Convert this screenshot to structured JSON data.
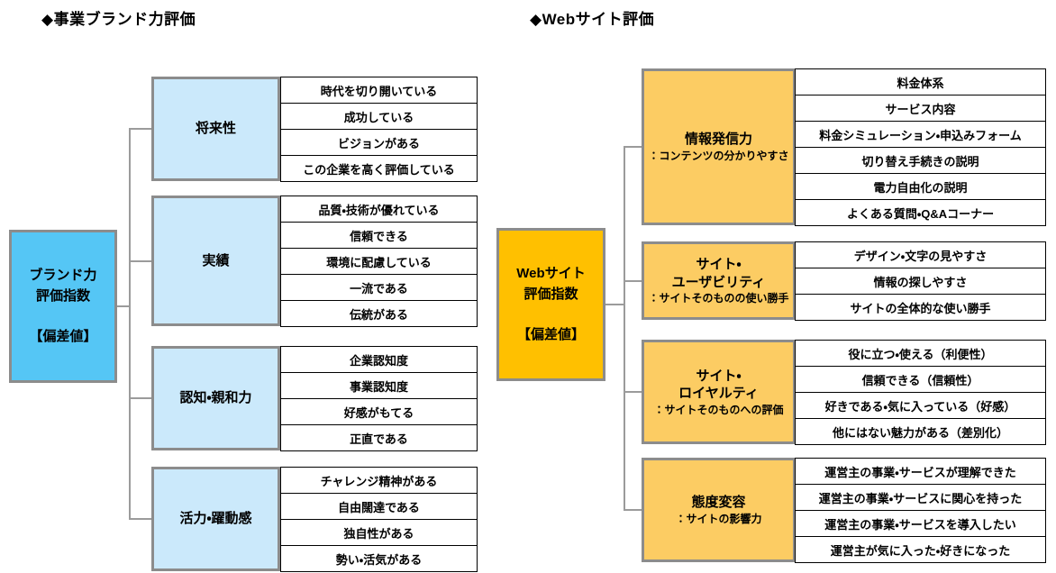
{
  "colors": {
    "brand_root_fill": "#55C6F5",
    "brand_group_fill": "#CBE9FB",
    "web_root_fill": "#FFC000",
    "web_group_fill": "#FCCC63",
    "connector": "#9B9B9B",
    "frame_border": "#8C8C8C",
    "item_border": "#000000"
  },
  "panels": [
    {
      "title": "◆事業ブランド力評価",
      "root": {
        "lines": [
          "ブランド力",
          "評価指数",
          "",
          "【偏差値】"
        ]
      },
      "groups": [
        {
          "label": "将来性",
          "subtitle": "",
          "items": [
            "時代を切り開いている",
            "成功している",
            "ビジョンがある",
            "この企業を高く評価している"
          ]
        },
        {
          "label": "実績",
          "subtitle": "",
          "items": [
            "品質・技術が優れている",
            "信頼できる",
            "環境に配慮している",
            "一流である",
            "伝統がある"
          ]
        },
        {
          "label": "認知・親和力",
          "subtitle": "",
          "items": [
            "企業認知度",
            "事業認知度",
            "好感がもてる",
            "正直である"
          ]
        },
        {
          "label": "活力・躍動感",
          "subtitle": "",
          "items": [
            "チャレンジ精神がある",
            "自由闊達である",
            "独自性がある",
            "勢い・活気がある"
          ]
        }
      ]
    },
    {
      "title": "◆Webサイト評価",
      "root": {
        "lines": [
          "Webサイト",
          "評価指数",
          "",
          "【偏差値】"
        ]
      },
      "groups": [
        {
          "label": "情報発信力",
          "subtitle": "：コンテンツの分かりやすさ",
          "items": [
            "料金体系",
            "サービス内容",
            "料金シミュレーション・申込みフォーム",
            "切り替え手続きの説明",
            "電力自由化の説明",
            "よくある質問・Q&Aコーナー"
          ]
        },
        {
          "label": "サイト・\nユーザビリティ",
          "subtitle": "：サイトそのものの使い勝手",
          "items": [
            "デザイン・文字の見やすさ",
            "情報の探しやすさ",
            "サイトの全体的な使い勝手"
          ]
        },
        {
          "label": "サイト・\nロイヤルティ",
          "subtitle": "：サイトそのものへの評価",
          "items": [
            "役に立つ・使える（利便性）",
            "信頼できる（信頼性）",
            "好きである・気に入っている（好感）",
            "他にはない魅力がある（差別化）"
          ]
        },
        {
          "label": "態度変容",
          "subtitle": "：サイトの影響力",
          "items": [
            "運営主の事業・サービスが理解できた",
            "運営主の事業・サービスに関心を持った",
            "運営主の事業・サービスを導入したい",
            "運営主が気に入った・好きになった"
          ]
        }
      ]
    }
  ]
}
